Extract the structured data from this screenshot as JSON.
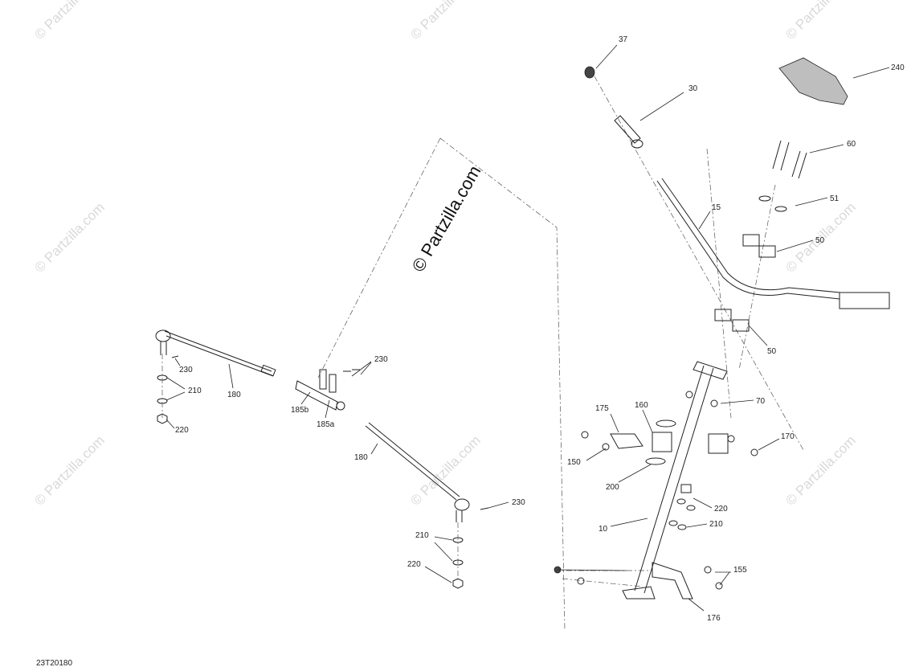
{
  "watermark": {
    "main": "© Partzilla.com",
    "repeat": "© Partzilla.com"
  },
  "diagram_code": "23T20180",
  "callouts": {
    "c37": "37",
    "c30": "30",
    "c240": "240",
    "c60": "60",
    "c15": "15",
    "c51": "51",
    "c50a": "50",
    "c50b": "50",
    "c70": "70",
    "c175": "175",
    "c160": "160",
    "c170": "170",
    "c150": "150",
    "c200": "200",
    "c220r": "220",
    "c210r": "210",
    "c10": "10",
    "c155": "155",
    "c176": "176",
    "c230a": "230",
    "c210a": "210",
    "c180a": "180",
    "c220a": "220",
    "c230b": "230",
    "c185b": "185b",
    "c185a": "185a",
    "c180b": "180",
    "c230c": "230",
    "c210b": "210",
    "c220b": "220"
  }
}
